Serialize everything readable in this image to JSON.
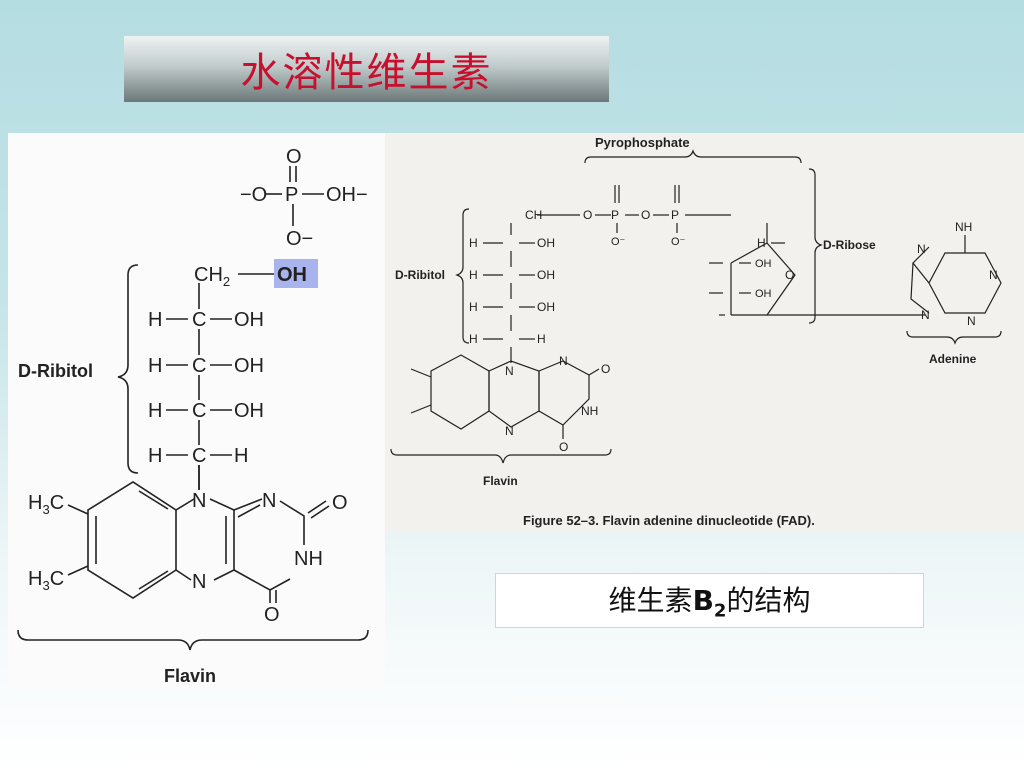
{
  "slide": {
    "title": "水溶性维生素",
    "caption": {
      "pre": "维生素",
      "b": "B",
      "sub": "2",
      "post": "的结构"
    }
  },
  "left_diagram": {
    "phosphate": {
      "o_top": "O",
      "left_o": "−O",
      "p": "P",
      "oh": "OH−",
      "o_minus": "O−"
    },
    "ribitol": {
      "bracket_label": "D-Ribitol",
      "ch2": "CH",
      "ch2_sub": "2",
      "oh_highlight": "OH",
      "rows": [
        {
          "h": "H",
          "c": "C",
          "r": "OH"
        },
        {
          "h": "H",
          "c": "C",
          "r": "OH"
        },
        {
          "h": "H",
          "c": "C",
          "r": "OH"
        },
        {
          "h": "H",
          "c": "C",
          "r": "H"
        }
      ]
    },
    "flavin": {
      "label": "Flavin",
      "h3c_1": "H",
      "h3c_2": "H",
      "c": "C",
      "sub3": "3",
      "n1": "N",
      "n2": "N",
      "n3": "N",
      "nh": "NH",
      "o1": "O",
      "o2": "O"
    }
  },
  "right_diagram": {
    "pyrophosphate_label": "Pyrophosphate",
    "ribitol_label": "D-Ribitol",
    "ribose_label": "D-Ribose",
    "flavin_label": "Flavin",
    "adenine_label": "Adenine",
    "figure_caption": "Figure 52–3. Flavin adenine dinucleotide (FAD).",
    "nh2": "NH",
    "o": "O",
    "om": "O⁻",
    "p": "P",
    "oh": "OH",
    "h": "H",
    "c": "C",
    "n": "N",
    "nh": "NH",
    "ch2": "CH"
  },
  "colors": {
    "title": "#c8102e",
    "highlight": "#a9b3ee",
    "background_top": "#b4dde2"
  }
}
